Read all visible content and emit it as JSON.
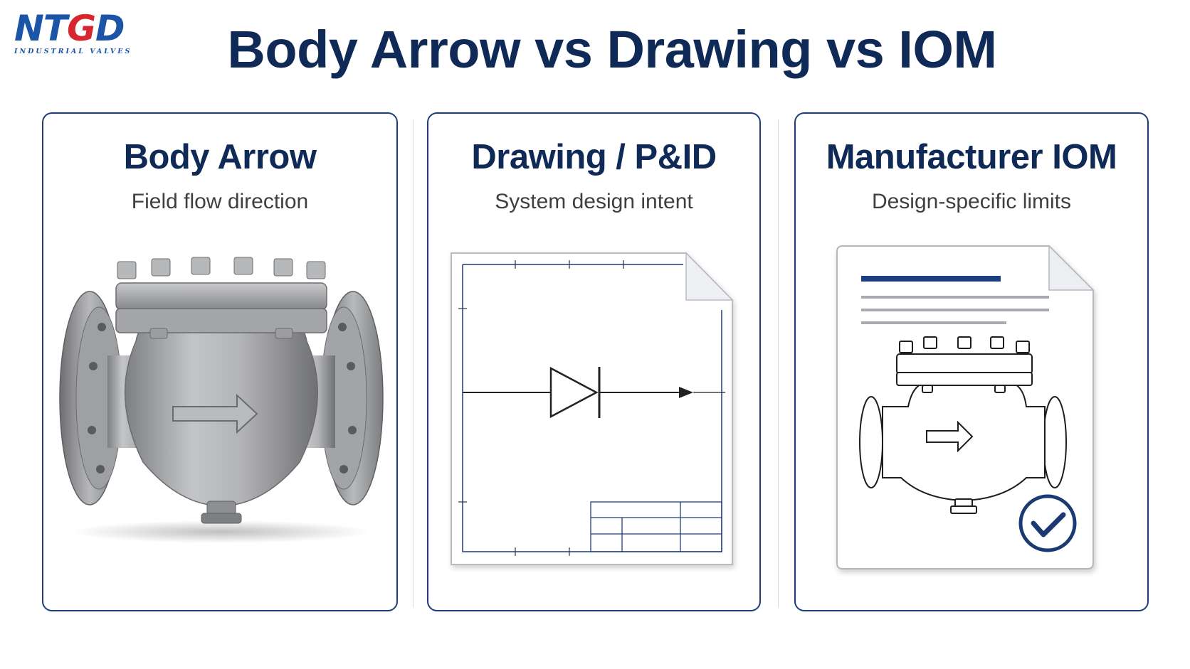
{
  "brand": {
    "logo_text": "NTGD",
    "tagline": "INDUSTRIAL VALVES",
    "primary_color": "#1a55a8",
    "accent_color": "#d8262e"
  },
  "page": {
    "title": "Body Arrow vs Drawing vs IOM",
    "title_color": "#0f2a57"
  },
  "panels": [
    {
      "title": "Body Arrow",
      "subtitle": "Field flow direction",
      "illustration": "swing-check-valve-with-arrow"
    },
    {
      "title": "Drawing / P&ID",
      "subtitle": "System design intent",
      "illustration": "drawing-sheet-check-valve-symbol"
    },
    {
      "title": "Manufacturer IOM",
      "subtitle": "Design-specific limits",
      "illustration": "manual-document-checkmark"
    }
  ],
  "colors": {
    "panel_border": "#1f3d78",
    "steel": "#a9aaac",
    "check_mark": "#1b3a73"
  }
}
